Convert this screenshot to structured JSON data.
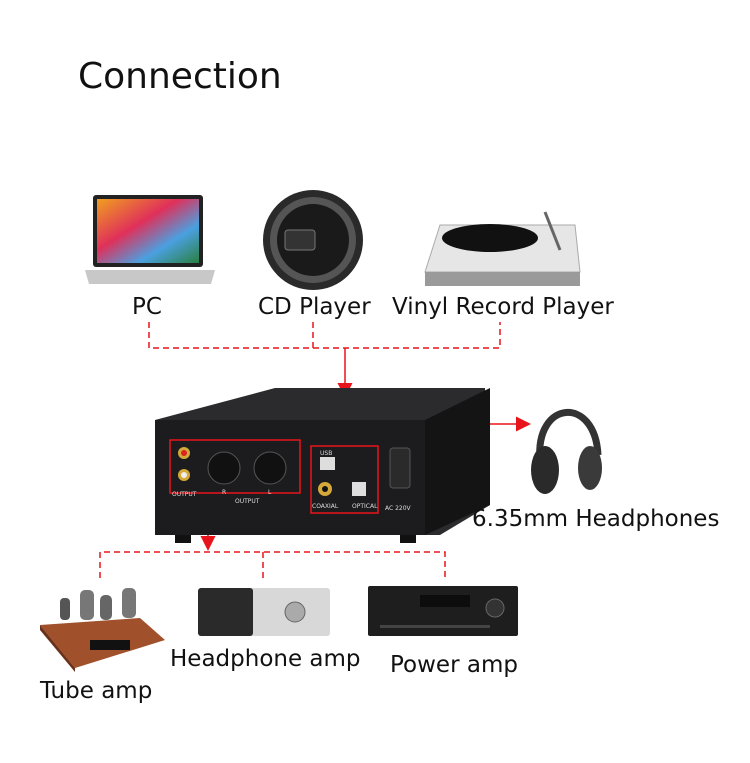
{
  "title": "Connection",
  "sources": [
    {
      "label": "PC",
      "icon": "laptop-icon"
    },
    {
      "label": "CD Player",
      "icon": "cd-player-icon"
    },
    {
      "label": "Vinyl Record Player",
      "icon": "turntable-icon"
    }
  ],
  "output_device": {
    "label": "6.35mm Headphones",
    "icon": "headphones-icon"
  },
  "amps": [
    {
      "label": "Tube amp",
      "icon": "tube-amp-icon"
    },
    {
      "label": "Headphone amp",
      "icon": "headphone-amp-icon"
    },
    {
      "label": "Power amp",
      "icon": "power-amp-icon"
    }
  ],
  "dac_panel": {
    "rca_output": "OUTPUT",
    "xlr_output": "OUTPUT",
    "right": "R",
    "left": "L",
    "usb": "USB",
    "coaxial": "COAXIAL",
    "optical": "OPTICAL",
    "power": "AC 220V"
  },
  "colors": {
    "connector": "#e8141b",
    "chassis": "#1c1c1e"
  }
}
